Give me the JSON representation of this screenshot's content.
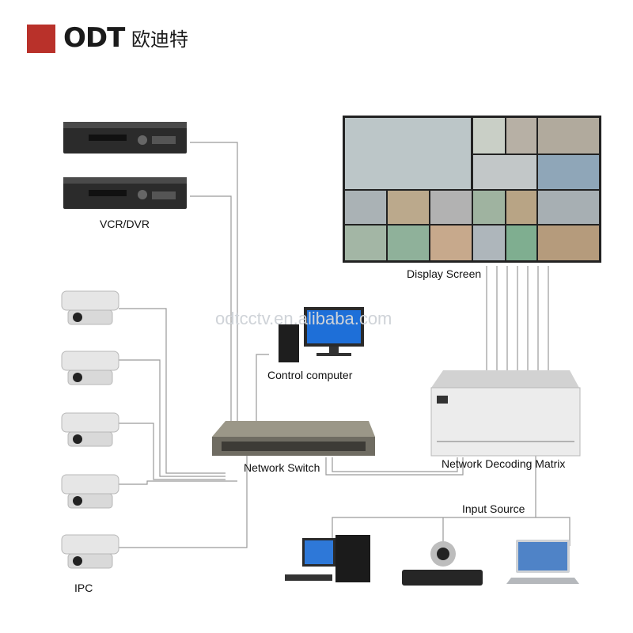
{
  "brand": {
    "logo_text": "ODT",
    "logo_cn": "欧迪特",
    "brand_color": "#b9312a"
  },
  "watermark": "odtcctv.en.alibaba.com",
  "labels": {
    "vcr": "VCR/DVR",
    "ipc": "IPC",
    "display": "Display Screen",
    "control": "Control computer",
    "switch": "Network Switch",
    "matrix": "Network Decoding Matrix",
    "input": "Input Source"
  },
  "colors": {
    "line": "#9a9a9a",
    "device_dark": "#2b2b2b",
    "device_light": "#e6e6e6",
    "screen_bezel": "#222222"
  }
}
